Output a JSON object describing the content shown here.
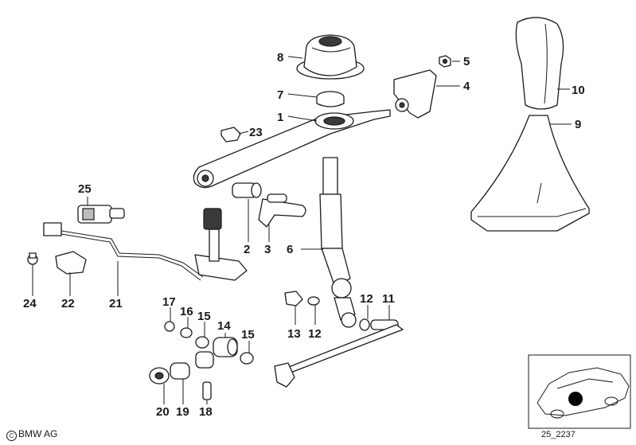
{
  "callouts": [
    {
      "id": "8",
      "label": "8"
    },
    {
      "id": "5",
      "label": "5"
    },
    {
      "id": "4",
      "label": "4"
    },
    {
      "id": "7",
      "label": "7"
    },
    {
      "id": "1",
      "label": "1"
    },
    {
      "id": "23",
      "label": "23"
    },
    {
      "id": "10",
      "label": "10"
    },
    {
      "id": "9",
      "label": "9"
    },
    {
      "id": "25",
      "label": "25"
    },
    {
      "id": "2",
      "label": "2"
    },
    {
      "id": "3",
      "label": "3"
    },
    {
      "id": "6",
      "label": "6"
    },
    {
      "id": "24",
      "label": "24"
    },
    {
      "id": "22",
      "label": "22"
    },
    {
      "id": "21",
      "label": "21"
    },
    {
      "id": "17",
      "label": "17"
    },
    {
      "id": "16",
      "label": "16"
    },
    {
      "id": "15a",
      "label": "15"
    },
    {
      "id": "14",
      "label": "14"
    },
    {
      "id": "15b",
      "label": "15"
    },
    {
      "id": "12a",
      "label": "12"
    },
    {
      "id": "11",
      "label": "11"
    },
    {
      "id": "13",
      "label": "13"
    },
    {
      "id": "12b",
      "label": "12"
    },
    {
      "id": "20",
      "label": "20"
    },
    {
      "id": "19",
      "label": "19"
    },
    {
      "id": "18",
      "label": "18"
    }
  ],
  "footer": {
    "copyright_symbol": "C",
    "copyright": "BMW AG",
    "diagram_code": "25_2237"
  },
  "colors": {
    "ink": "#1a1a1a",
    "background": "#ffffff",
    "location_marker": "#000000"
  },
  "icons": [
    "car-location-thumbnail-icon",
    "location-marker-icon"
  ]
}
